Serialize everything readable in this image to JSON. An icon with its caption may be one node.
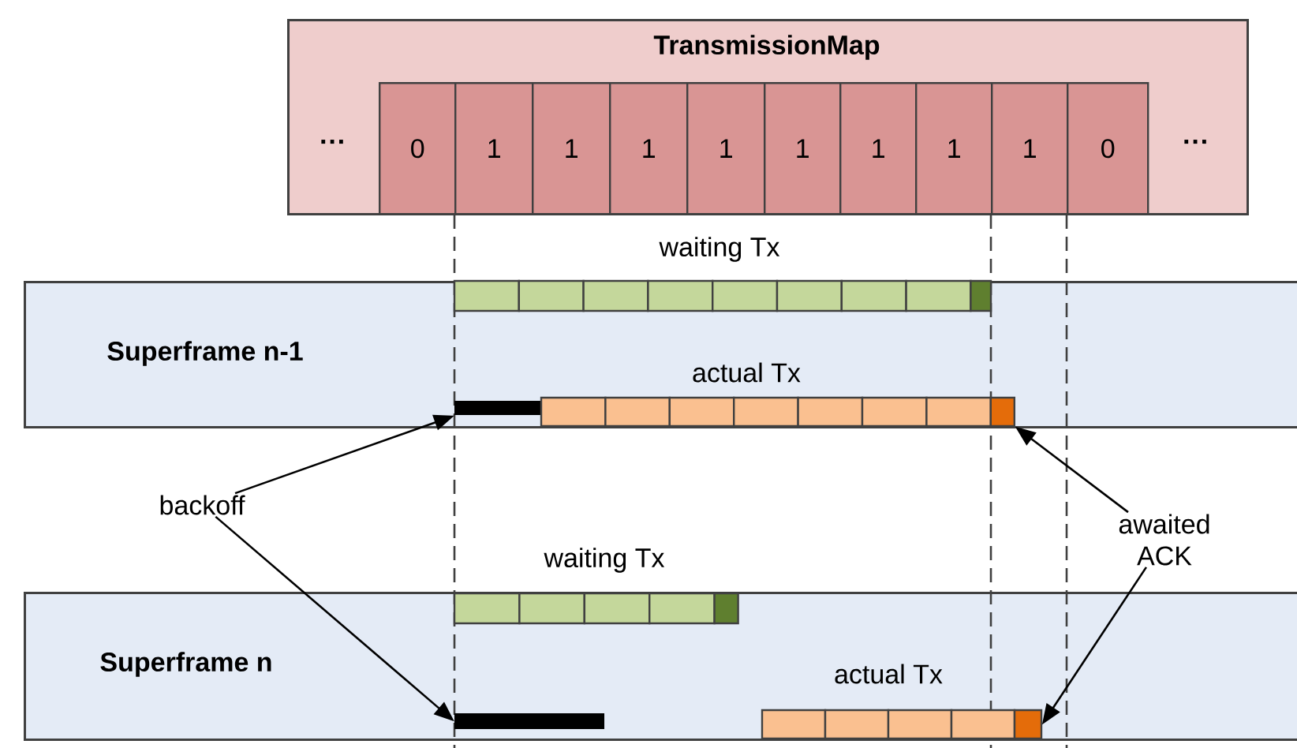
{
  "diagram": {
    "nodes": [
      {
        "text": [
          "TransmissionMap"
        ]
      },
      {
        "text": [
          "0"
        ],
        "in": 0
      },
      {
        "text": [
          "1"
        ],
        "in": 0
      },
      {
        "text": [
          "1"
        ],
        "in": 0
      },
      {
        "text": [
          "1"
        ],
        "in": 0
      },
      {
        "text": [
          "1"
        ],
        "in": 0
      },
      {
        "text": [
          "1"
        ],
        "in": 0
      },
      {
        "text": [
          "1"
        ],
        "in": 0
      },
      {
        "text": [
          "1"
        ],
        "in": 0
      },
      {
        "text": [
          "1"
        ],
        "in": 0
      },
      {
        "text": [
          "0"
        ],
        "in": 0
      },
      {
        "text": [
          "Superframe n-1"
        ]
      },
      {
        "text": [],
        "shape": "bar",
        "in": 11,
        "beside": [
          "waiting Tx"
        ]
      },
      {
        "text": [],
        "shape": "bar",
        "in": 11
      },
      {
        "text": [],
        "shape": "bar",
        "in": 11,
        "beside": [
          "actual Tx"
        ]
      },
      {
        "text": [
          "backoff"
        ]
      },
      {
        "text": [
          "awaited ACK"
        ]
      },
      {
        "text": [
          "Superframe n"
        ]
      },
      {
        "text": [],
        "shape": "bar",
        "in": 17,
        "beside": [
          "waiting Tx"
        ]
      },
      {
        "text": [],
        "shape": "bar",
        "in": 17
      },
      {
        "text": [],
        "shape": "bar",
        "in": 17,
        "beside": [
          "actual Tx"
        ]
      }
    ],
    "edges": [
      {
        "from": 15,
        "to": 13,
        "arrow": "to"
      },
      {
        "from": 15,
        "to": 19,
        "arrow": "to"
      },
      {
        "from": 16,
        "to": 14,
        "arrow": "to"
      },
      {
        "from": 16,
        "to": 20,
        "arrow": "to"
      }
    ],
    "labels": [
      "···",
      "···"
    ]
  }
}
